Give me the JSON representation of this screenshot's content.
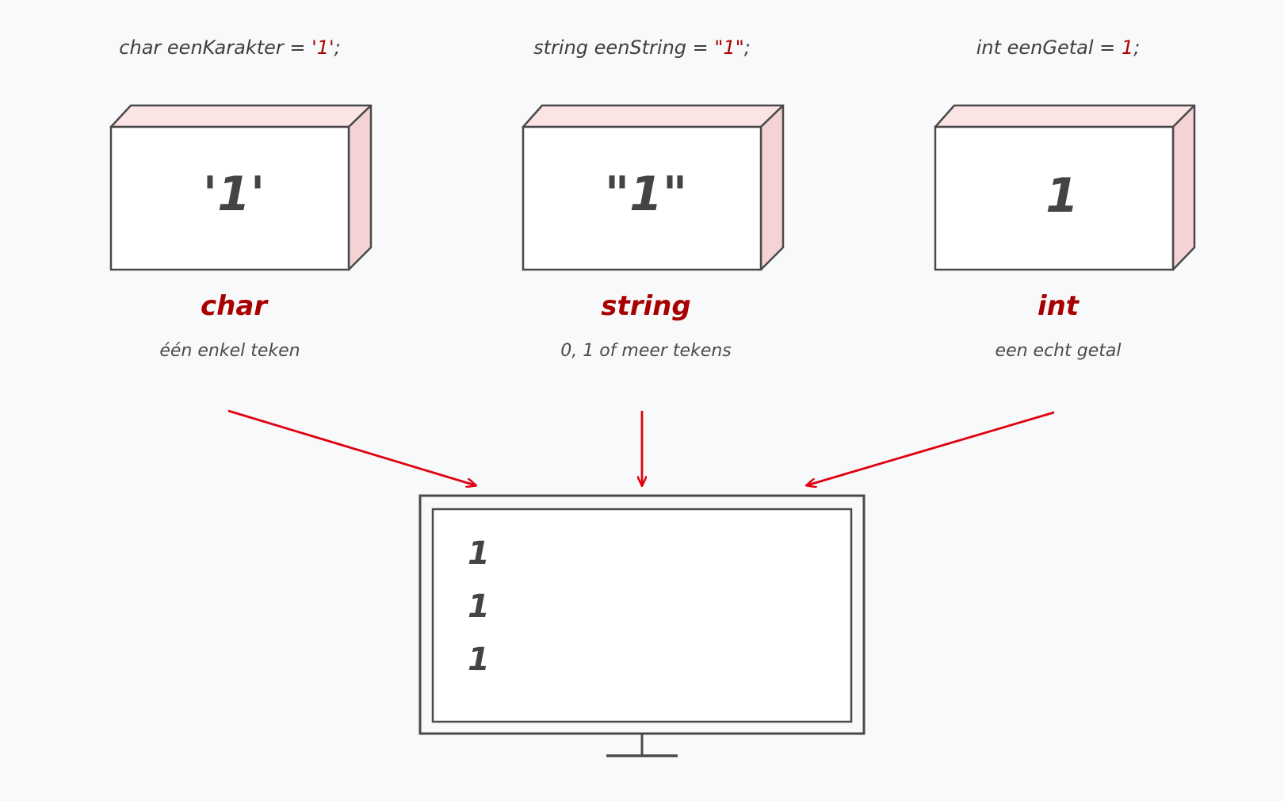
{
  "colors": {
    "background": "#f8f9fa",
    "accent": "#a80000",
    "arrow": "#e00010",
    "box_side": "#f5d3d4",
    "box_top": "#fbe4e4",
    "stroke": "#4a4a4a"
  },
  "columns": [
    {
      "code_prefix": "char eenKarakter = ",
      "code_literal": "'1'",
      "code_suffix": ";",
      "box_value": "'1'",
      "type_name": "char",
      "description": "één enkel teken"
    },
    {
      "code_prefix": "string eenString = ",
      "code_literal": "\"1\"",
      "code_suffix": ";",
      "box_value": "\"1\"",
      "type_name": "string",
      "description": "0, 1 of meer tekens"
    },
    {
      "code_prefix": "int eenGetal = ",
      "code_literal": "1",
      "code_suffix": ";",
      "box_value": "1",
      "type_name": "int",
      "description": "een echt getal"
    }
  ],
  "screen": {
    "output_lines": [
      "1",
      "1",
      "1"
    ]
  }
}
